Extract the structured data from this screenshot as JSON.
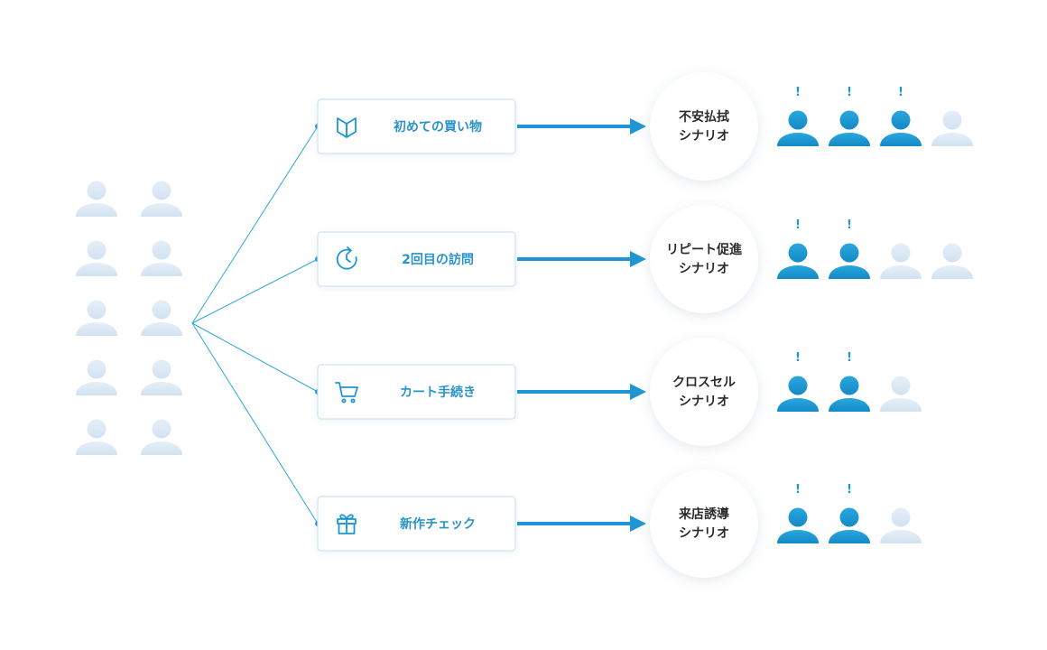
{
  "colors": {
    "accent": "#1f96d3",
    "accent_light": "#3bb4e0",
    "pale_user": "#dce8f4",
    "connector": "#2aa7d9",
    "box_border": "#cfe3ef",
    "scenario_text": "#2b2b2b"
  },
  "source_group": {
    "user_count": 10
  },
  "branches": [
    {
      "trigger": {
        "icon": "beginner-leaf-icon",
        "label": "初めての買い物"
      },
      "scenario": {
        "line1": "不安払拭",
        "line2": "シナリオ"
      },
      "users": {
        "total": 4,
        "alerted": 3,
        "alert_mark": "!"
      }
    },
    {
      "trigger": {
        "icon": "clock-return-icon",
        "label": "2回目の訪問"
      },
      "scenario": {
        "line1": "リピート促進",
        "line2": "シナリオ"
      },
      "users": {
        "total": 4,
        "alerted": 2,
        "alert_mark": "!"
      }
    },
    {
      "trigger": {
        "icon": "cart-icon",
        "label": "カート手続き"
      },
      "scenario": {
        "line1": "クロスセル",
        "line2": "シナリオ"
      },
      "users": {
        "total": 3,
        "alerted": 2,
        "alert_mark": "!"
      }
    },
    {
      "trigger": {
        "icon": "gift-icon",
        "label": "新作チェック"
      },
      "scenario": {
        "line1": "来店誘導",
        "line2": "シナリオ"
      },
      "users": {
        "total": 3,
        "alerted": 2,
        "alert_mark": "!"
      }
    }
  ]
}
